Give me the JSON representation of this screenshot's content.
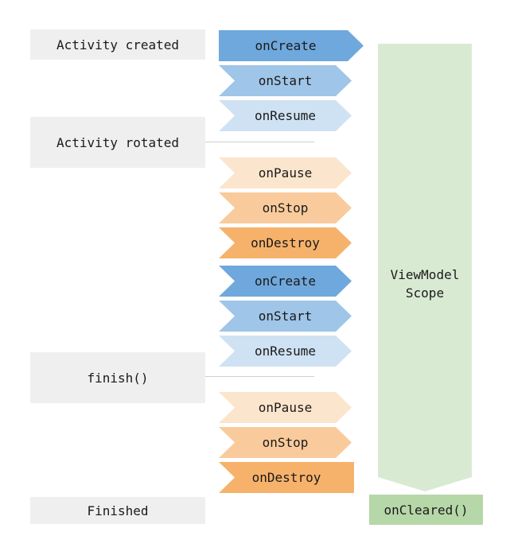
{
  "stages": {
    "activity_created": "Activity created",
    "activity_rotated": "Activity rotated",
    "finish": "finish()",
    "finished": "Finished"
  },
  "lifecycle": {
    "arrows": [
      {
        "label": "onCreate",
        "color": "#6fa8dc",
        "shape": "start"
      },
      {
        "label": "onStart",
        "color": "#9fc5e8",
        "shape": "chevron"
      },
      {
        "label": "onResume",
        "color": "#cfe2f3",
        "shape": "chevron"
      },
      {
        "label": "onPause",
        "color": "#fce5cd",
        "shape": "chevron"
      },
      {
        "label": "onStop",
        "color": "#f9cb9c",
        "shape": "chevron"
      },
      {
        "label": "onDestroy",
        "color": "#f6b26b",
        "shape": "chevron"
      },
      {
        "label": "onCreate",
        "color": "#6fa8dc",
        "shape": "chevron"
      },
      {
        "label": "onStart",
        "color": "#9fc5e8",
        "shape": "chevron"
      },
      {
        "label": "onResume",
        "color": "#cfe2f3",
        "shape": "chevron"
      },
      {
        "label": "onPause",
        "color": "#fce5cd",
        "shape": "chevron"
      },
      {
        "label": "onStop",
        "color": "#f9cb9c",
        "shape": "chevron"
      },
      {
        "label": "onDestroy",
        "color": "#f6b26b",
        "shape": "end"
      }
    ]
  },
  "viewmodel": {
    "scope_label": "ViewModel Scope",
    "cleared_label": "onCleared()",
    "scope_color": "#d9ead3",
    "cleared_color": "#b6d7a8"
  },
  "colors": {
    "stage_box_bg": "#efefef",
    "divider_line": "#cfcfcf",
    "text": "#1a1a1a",
    "background": "#ffffff"
  }
}
